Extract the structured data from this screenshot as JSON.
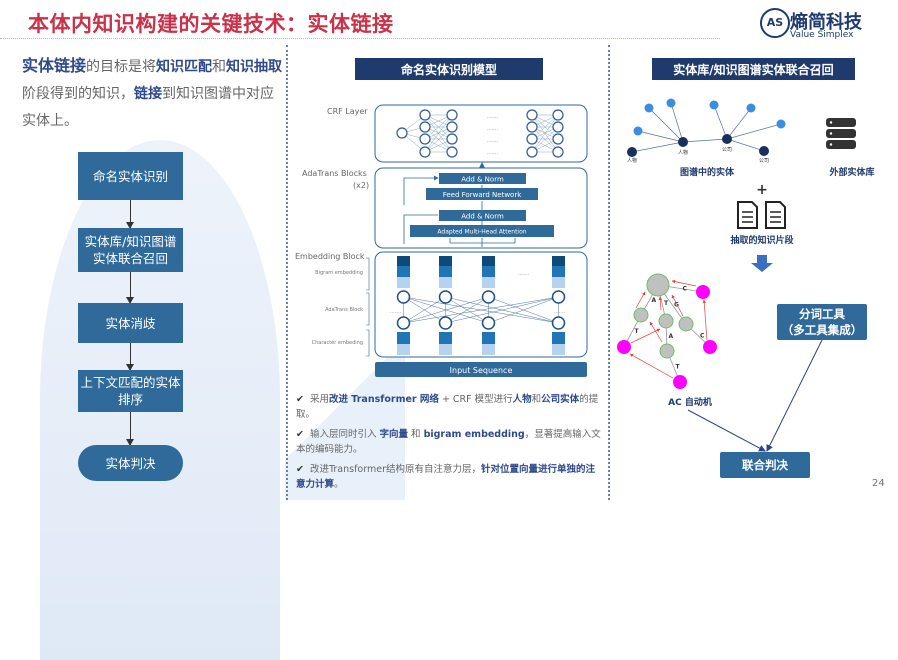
{
  "header": {
    "title": "本体内知识构建的关键技术：实体链接",
    "logo": {
      "mark": "AS",
      "name": "熵简科技",
      "subtitle": "Value Simplex"
    }
  },
  "intro": {
    "parts": [
      "实体链接",
      "的目标是将",
      "知识匹配",
      "和",
      "知识抽取",
      "阶段得到的知识，",
      "链接",
      "到知识图谱中对应实体上。"
    ]
  },
  "flow": {
    "steps": [
      "命名实体识别",
      "实体库/知识图谱\n实体联合召回",
      "实体消歧",
      "上下文匹配的实体\n排序",
      "实体判决"
    ]
  },
  "middle": {
    "header": "命名实体识别模型",
    "diagram": {
      "crf_label": "CRF Layer",
      "adatrans_label": "AdaTrans Blocks",
      "adatrans_repeat": "(x2)",
      "add_norm": "Add & Norm",
      "ffn": "Feed Forward Network",
      "attention": "Adapted Multi-Head  Attention",
      "embedding_label": "Embedding Block",
      "bigram_label": "Bigram embedding",
      "adatrans_block_label": "AdaTrans Block",
      "char_label": "Character embeding",
      "input": "Input Sequence",
      "ellipsis": "......."
    },
    "bullets": [
      {
        "parts": [
          "采用",
          "改进 Transformer 网络",
          " + CRF 模型进行",
          "人物",
          "和",
          "公司实体",
          "的提取。"
        ]
      },
      {
        "parts": [
          "输入层同时引入 ",
          "字向量",
          " 和 ",
          "bigram embedding",
          "，显著提高输入文本的编码能力。"
        ]
      },
      {
        "parts": [
          "改进Transformer结构原有自注意力层，",
          "针对位置向量进行单独的注意力计算",
          "。"
        ]
      }
    ],
    "check_icon": "check-icon"
  },
  "right": {
    "header": "实体库/知识图谱实体联合召回",
    "graph_label": "图谱中的实体",
    "graph_nodes": {
      "person": "人物",
      "company": "公司"
    },
    "db_label": "外部实体库",
    "plus": "+",
    "docs_label": "抽取的知识片段",
    "ac_label": "AC 自动机",
    "ac_edges": [
      "A",
      "T",
      "G",
      "C",
      "T",
      "A",
      "C",
      "T"
    ],
    "tokenizer": "分词工具\n（多工具集成）",
    "decision": "联合判决",
    "colors": {
      "trie_node": "#c0c0c0",
      "trie_leaf": "#ff00ff",
      "trie_arrow": "#e84040",
      "node_dark": "#1a2f5e",
      "node_light": "#3a8ee0"
    }
  },
  "colors": {
    "title": "#c8334b",
    "navy": "#1f3b6e",
    "box": "#2f6a9a",
    "highlight": "#2f4a8a"
  },
  "page_number": "24"
}
